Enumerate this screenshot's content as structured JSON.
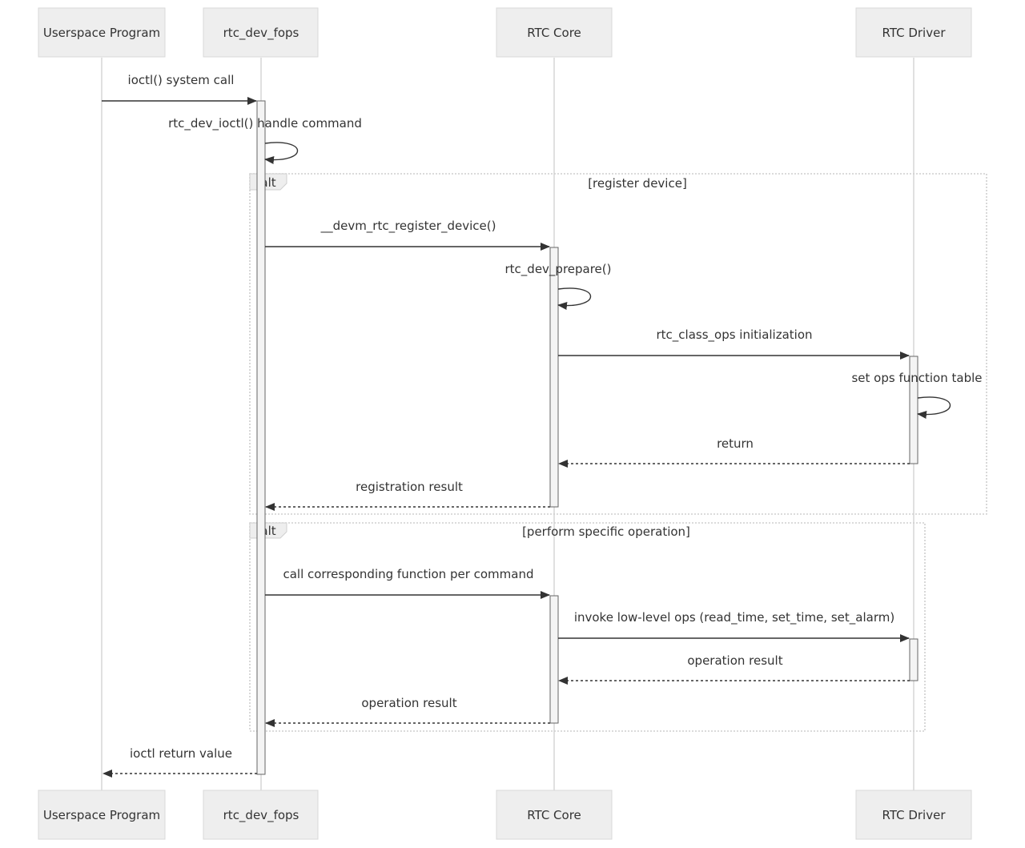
{
  "participants": [
    {
      "id": "user",
      "label": "Userspace Program"
    },
    {
      "id": "fops",
      "label": "rtc_dev_fops"
    },
    {
      "id": "core",
      "label": "RTC Core"
    },
    {
      "id": "driver",
      "label": "RTC Driver"
    }
  ],
  "messages": [
    {
      "id": "m1",
      "from": "user",
      "to": "fops",
      "label": "ioctl() system call",
      "style": "solid"
    },
    {
      "id": "m2",
      "from": "fops",
      "to": "fops",
      "label": "rtc_dev_ioctl() handle command",
      "style": "self"
    },
    {
      "id": "m3",
      "from": "fops",
      "to": "core",
      "label": "__devm_rtc_register_device()",
      "style": "solid"
    },
    {
      "id": "m4",
      "from": "core",
      "to": "core",
      "label": "rtc_dev_prepare()",
      "style": "self"
    },
    {
      "id": "m5",
      "from": "core",
      "to": "driver",
      "label": "rtc_class_ops initialization",
      "style": "solid"
    },
    {
      "id": "m6",
      "from": "driver",
      "to": "driver",
      "label": "set ops function table",
      "style": "self"
    },
    {
      "id": "m7",
      "from": "driver",
      "to": "core",
      "label": "return",
      "style": "dashed"
    },
    {
      "id": "m8",
      "from": "core",
      "to": "fops",
      "label": "registration result",
      "style": "dashed"
    },
    {
      "id": "m9",
      "from": "fops",
      "to": "core",
      "label": "call corresponding function per command",
      "style": "solid"
    },
    {
      "id": "m10",
      "from": "core",
      "to": "driver",
      "label": "invoke low-level ops (read_time, set_time, set_alarm)",
      "style": "solid"
    },
    {
      "id": "m11",
      "from": "driver",
      "to": "core",
      "label": "operation result",
      "style": "dashed"
    },
    {
      "id": "m12",
      "from": "core",
      "to": "fops",
      "label": "operation result",
      "style": "dashed"
    },
    {
      "id": "m13",
      "from": "fops",
      "to": "user",
      "label": "ioctl return value",
      "style": "dashed"
    }
  ],
  "frames": [
    {
      "id": "f1",
      "kind": "alt",
      "condition": "[register device]"
    },
    {
      "id": "f2",
      "kind": "alt",
      "condition": "[perform specific operation]"
    }
  ]
}
